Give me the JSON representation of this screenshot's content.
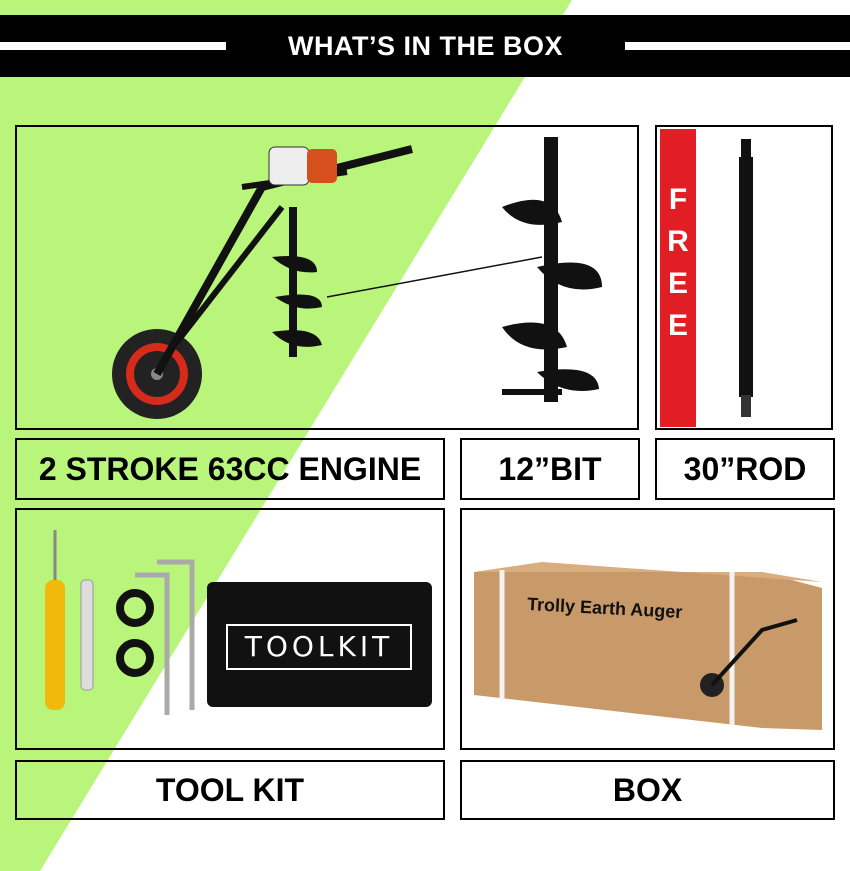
{
  "header": {
    "title": "WHAT’S IN THE BOX"
  },
  "items": {
    "engine": {
      "label": "2 STROKE 63CC ENGINE"
    },
    "bit": {
      "label": "12”BIT"
    },
    "rod": {
      "label": "30”ROD",
      "badge": [
        "F",
        "R",
        "E",
        "E"
      ]
    },
    "toolkit": {
      "label": "TOOL KIT",
      "bag_text": "TOOLKIT"
    },
    "box": {
      "label": "BOX",
      "box_text": "Trolly Earth Auger"
    }
  },
  "colors": {
    "accent_green": "#b8f57a",
    "badge_red": "#e21e25",
    "banner": "#000000"
  }
}
